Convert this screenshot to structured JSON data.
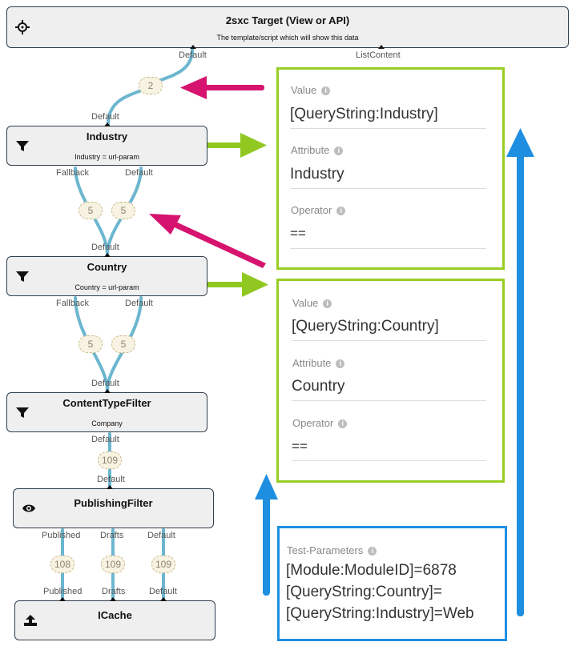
{
  "nodes": {
    "target": {
      "title": "2sxc Target (View or API)",
      "subtitle": "The template/script which will show this data",
      "icon": "crosshair-icon"
    },
    "industry": {
      "title": "Industry",
      "subtitle": "Industry = url-param",
      "icon": "filter-icon"
    },
    "country": {
      "title": "Country",
      "subtitle": "Country = url-param",
      "icon": "filter-icon"
    },
    "content_type_filter": {
      "title": "ContentTypeFilter",
      "subtitle": "Company",
      "icon": "filter-icon"
    },
    "publishing_filter": {
      "title": "PublishingFilter",
      "icon": "eye-icon"
    },
    "icache": {
      "title": "ICache",
      "icon": "upload-icon"
    }
  },
  "port_labels": {
    "target_default": "Default",
    "target_listcontent": "ListContent",
    "industry_in": "Default",
    "industry_out_fallback": "Fallback",
    "industry_out_default": "Default",
    "country_in": "Default",
    "country_out_fallback": "Fallback",
    "country_out_default": "Default",
    "ctf_in": "Default",
    "ctf_out": "Default",
    "pub_in": "Default",
    "pub_out_published": "Published",
    "pub_out_drafts": "Drafts",
    "pub_out_default": "Default",
    "cache_out_published": "Published",
    "cache_out_drafts": "Drafts",
    "cache_out_default": "Default"
  },
  "badges": {
    "industry_to_target": "2",
    "country_to_industry_fallback": "5",
    "country_to_industry_default": "5",
    "ctf_to_country_fallback": "5",
    "ctf_to_country_default": "5",
    "pub_to_ctf": "109",
    "cache_to_pub_published": "108",
    "cache_to_pub_drafts": "109",
    "cache_to_pub_default": "109"
  },
  "industry_panel": {
    "value_label": "Value",
    "value": "[QueryString:Industry]",
    "attribute_label": "Attribute",
    "attribute": "Industry",
    "operator_label": "Operator",
    "operator": "=="
  },
  "country_panel": {
    "value_label": "Value",
    "value": "[QueryString:Country]",
    "attribute_label": "Attribute",
    "attribute": "Country",
    "operator_label": "Operator",
    "operator": "=="
  },
  "test_parameters": {
    "label": "Test-Parameters",
    "lines": [
      "[Module:ModuleID]=6878",
      "[QueryString:Country]=",
      "[QueryString:Industry]=Web"
    ]
  },
  "colors": {
    "connection": "#6cb6cf",
    "arrow_magenta": "#d6136f",
    "arrow_green": "#90c821",
    "arrow_blue": "#1e8fe0",
    "panel_green": "#9acd23",
    "panel_blue": "#1e8fe0"
  }
}
